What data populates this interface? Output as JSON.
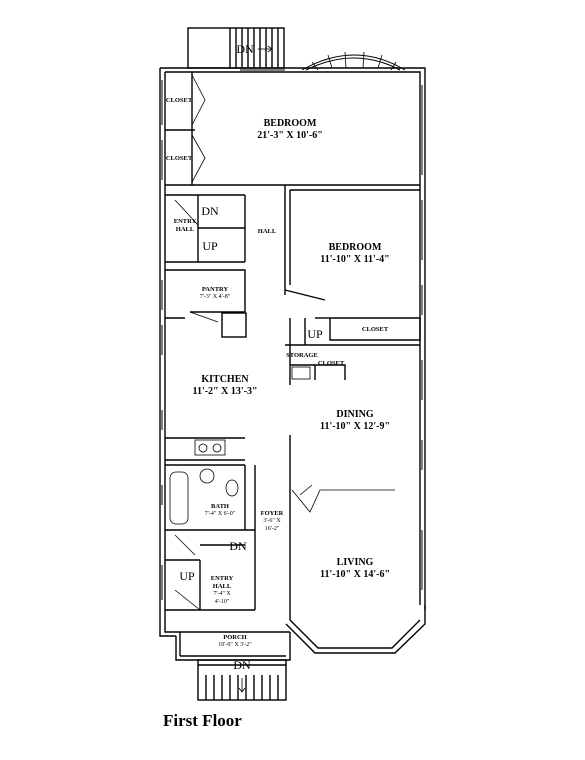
{
  "title": "First Floor",
  "rooms": {
    "bedroom1": {
      "name": "BEDROOM",
      "dims": "21'-3\" X 10'-6\""
    },
    "bedroom2": {
      "name": "BEDROOM",
      "dims": "11'-10\" X 11'-4\""
    },
    "kitchen": {
      "name": "KITCHEN",
      "dims": "11'-2\" X 13'-3\""
    },
    "dining": {
      "name": "DINING",
      "dims": "11'-10\" X 12'-9\""
    },
    "living": {
      "name": "LIVING",
      "dims": "11'-10\" X 14'-6\""
    },
    "pantry": {
      "name": "PANTRY",
      "dims": "7'-3\" X 4'-8\""
    },
    "bath": {
      "name": "BATH",
      "dims": "7'-4\" X 6'-0\""
    },
    "foyer": {
      "name": "FOYER",
      "dims1": "3'-6\" X",
      "dims2": "16'-2\""
    },
    "entry_hall_lower": {
      "name1": "ENTRY",
      "name2": "HALL",
      "dims1": "7'-4\" X",
      "dims2": "4'-10\""
    },
    "entry_hall_upper": {
      "name1": "ENTRY",
      "name2": "HALL"
    },
    "porch": {
      "name": "PORCH",
      "dims": "10'-0\" X 3'-2\""
    },
    "hall": {
      "name": "HALL"
    },
    "closet_top1": {
      "name": "CLOSET"
    },
    "closet_top2": {
      "name": "CLOSET"
    },
    "closet_right": {
      "name": "CLOSET"
    },
    "closet_mid": {
      "name": "CLOSET"
    },
    "storage": {
      "name": "STORAGE"
    }
  },
  "stairs": {
    "top_dn": "DN",
    "entry_dn": "DN",
    "entry_up": "UP",
    "storage_up": "UP",
    "lower_dn": "DN",
    "lower_up": "UP",
    "porch_dn": "DN"
  }
}
